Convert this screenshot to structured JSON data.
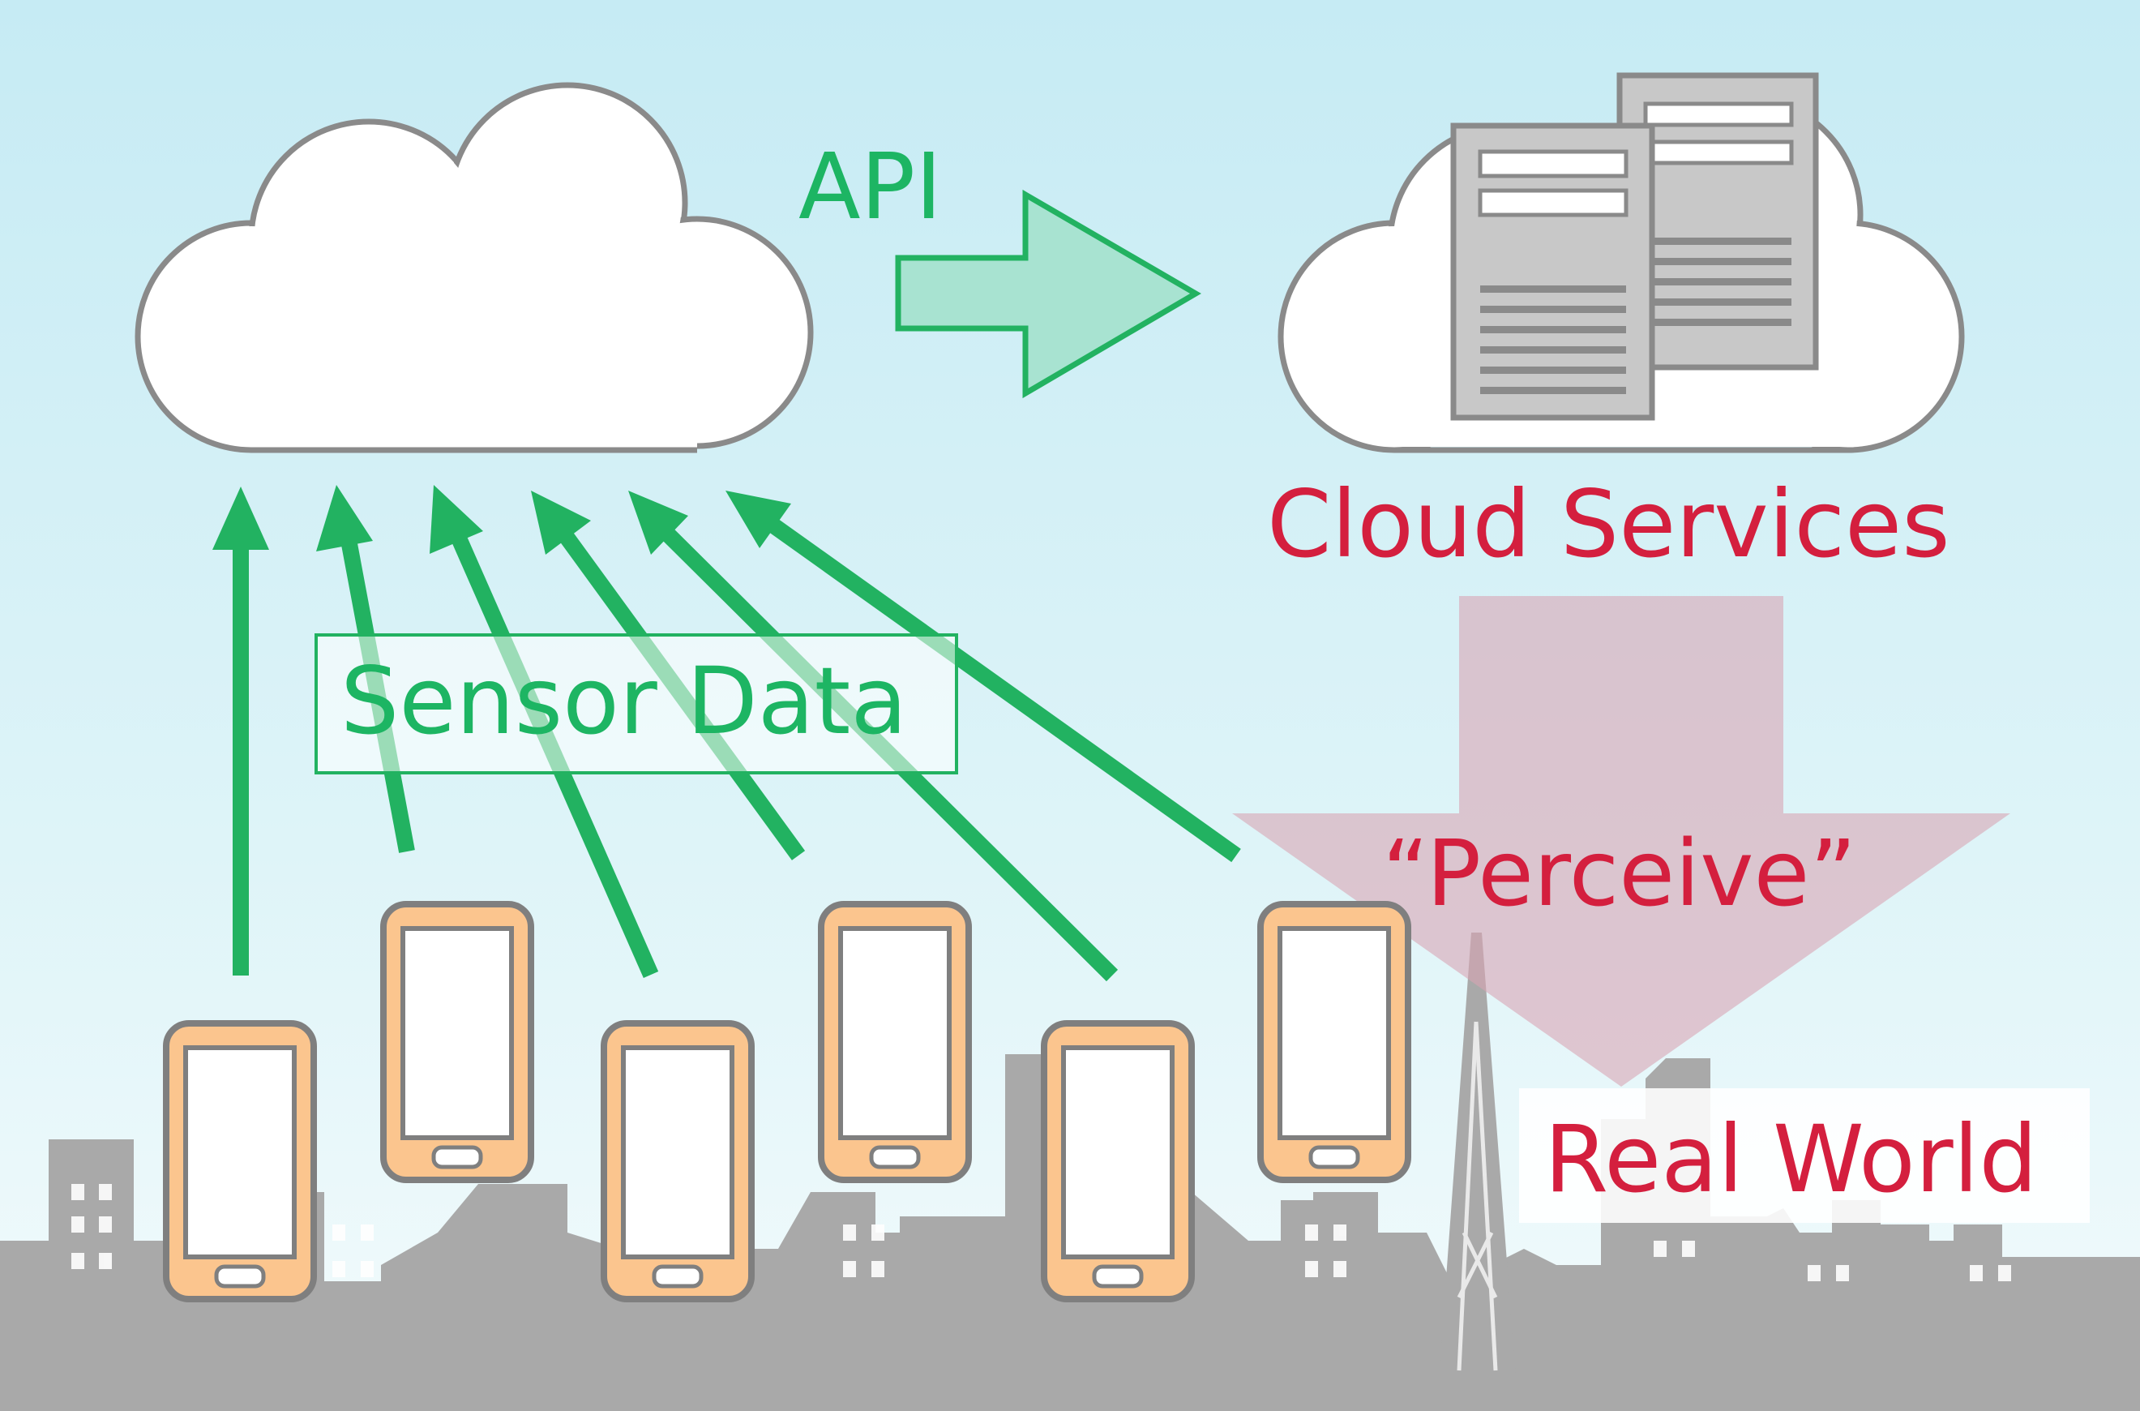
{
  "labels": {
    "api": "API",
    "sensor_data": "Sensor Data",
    "cloud_services": "Cloud Services",
    "perceive": "“Perceive”",
    "real_world": "Real World"
  },
  "colors": {
    "sky_top": "#c7ecf4",
    "sky_bottom": "#eef9fb",
    "city": "#a9a9a9",
    "arrow_green": "#22b261",
    "arrow_fill": "#a8e3d1",
    "perceive_arrow": "#d9a7b5",
    "text_red": "#d41f3e",
    "phone_body": "#fbc58e",
    "cloud_outline": "#8a8a8a"
  },
  "icons": [
    "cloud-icon",
    "server-icon",
    "smartphone-icon",
    "arrow-icon",
    "city-skyline"
  ]
}
